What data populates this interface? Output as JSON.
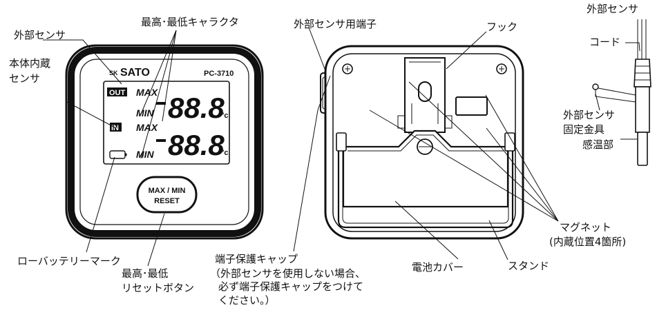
{
  "device": {
    "brand": "SATO",
    "brand_prefix": "SK",
    "model": "PC-3710",
    "tag_out": "OUT",
    "tag_in": "IN",
    "max_label": "MAX",
    "min_label": "MIN",
    "reading": "88.8",
    "unit": "°c",
    "button_line1": "MAX / MIN",
    "button_line2": "RESET"
  },
  "labels": {
    "external_sensor": "外部センサ",
    "internal_sensor_1": "本体内蔵",
    "internal_sensor_2": "センサ",
    "max_min_char": "最高･最低キャラクタ",
    "low_battery": "ローバッテリーマーク",
    "reset_button_1": "最高･最低",
    "reset_button_2": "リセットボタン",
    "terminal": "外部センサ用端子",
    "hook": "フック",
    "terminal_cap": "端子保護キャップ",
    "cap_note_1": "（外部センサを使用しない場合、",
    "cap_note_2": "必ず端子保護キャップをつけて",
    "cap_note_3": "ください。）",
    "battery_cover": "電池カバー",
    "stand": "スタンド",
    "magnet_1": "マグネット",
    "magnet_2": "(内蔵位置4箇所)",
    "ext_sensor_title": "外部センサ",
    "cord": "コード",
    "fixing_1": "外部センサ",
    "fixing_2": "固定金具",
    "sensing": "感温部"
  },
  "colors": {
    "ink": "#111111",
    "body": "#ffffff",
    "lcd": "#ffffff"
  }
}
